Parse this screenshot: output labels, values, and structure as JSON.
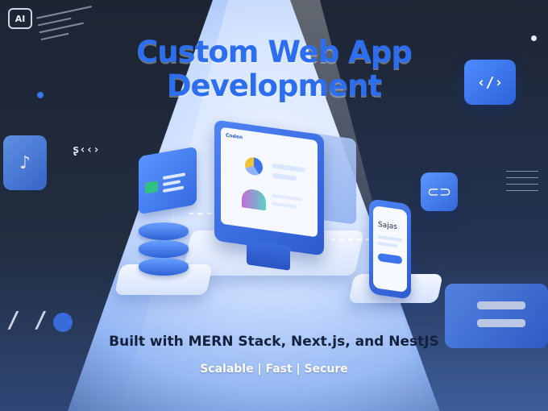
{
  "badge": {
    "text": "AI"
  },
  "hero": {
    "title_line1": "Custom Web App",
    "title_line2": "Development",
    "subtitle": "Built with MERN Stack, Next.js, and NestJS",
    "tagline": "Scalable | Fast | Secure"
  },
  "illustration": {
    "monitor_screen_label": "Coden",
    "phone_label": "Sajas",
    "left_glyph": "ʂ‹‹›",
    "code_tile_glyph": "‹/›"
  },
  "colors": {
    "title": "#2d6ef0",
    "accent": "#3a74f0",
    "subtitle": "#14213d",
    "tagline": "#ffffff"
  },
  "icons": [
    "ai-badge-icon",
    "code-brackets-icon",
    "link-icon",
    "music-note-icon",
    "database-icon",
    "monitor-icon",
    "phone-icon"
  ]
}
